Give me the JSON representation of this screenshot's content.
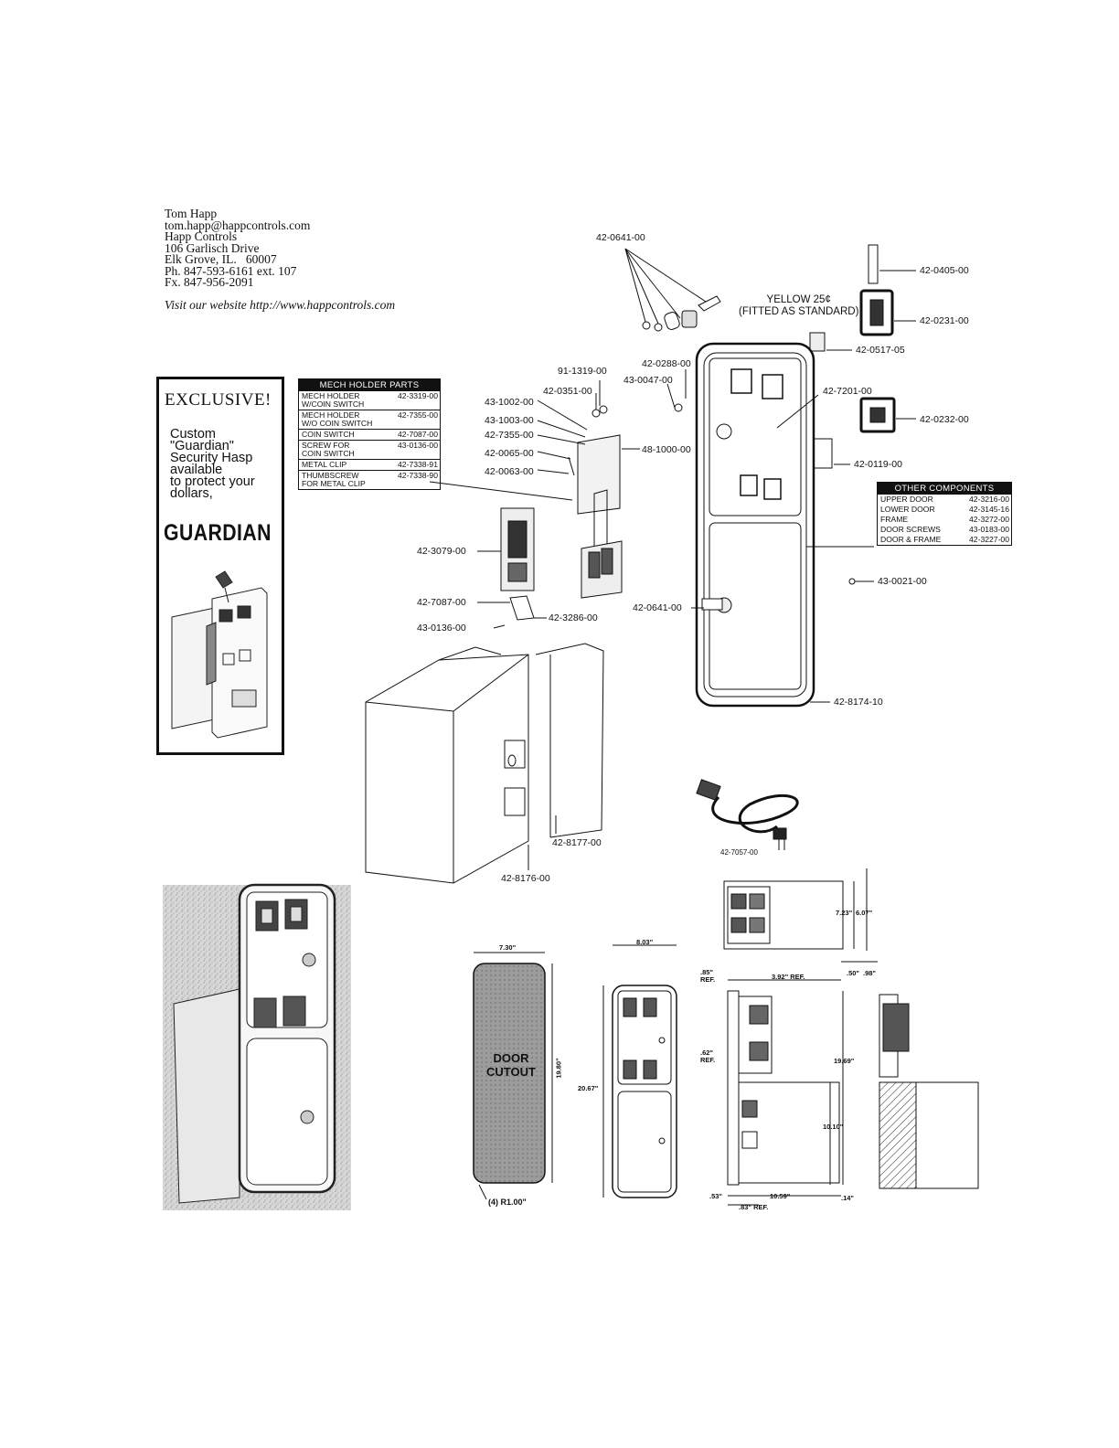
{
  "contact": {
    "name": "Tom Happ",
    "email": "tom.happ@happcontrols.com",
    "company": "Happ Controls",
    "street": "106 Garlisch Drive",
    "city": "Elk Grove, IL.   60007",
    "phone": "Ph. 847-593-6161 ext. 107",
    "fax": "Fx. 847-956-2091",
    "website": "Visit our website http://www.happcontrols.com"
  },
  "promo": {
    "headline": "EXCLUSIVE!",
    "line1": "Custom",
    "line2": "\"Guardian\"",
    "line3": "Security Hasp",
    "line4": "available",
    "line5": "to protect your",
    "line6": "dollars,",
    "brand": "GUARDIAN"
  },
  "mech_holder_parts": {
    "title": "MECH HOLDER PARTS",
    "rows": [
      {
        "desc1": "MECH HOLDER",
        "desc2": "W/COIN SWITCH",
        "part": "42-3319-00"
      },
      {
        "desc1": "MECH HOLDER",
        "desc2": "W/O COIN SWITCH",
        "part": "42-7355-00"
      },
      {
        "desc1": "COIN SWITCH",
        "desc2": "",
        "part": "42-7087-00"
      },
      {
        "desc1": "SCREW FOR",
        "desc2": "COIN SWITCH",
        "part": "43-0136-00"
      },
      {
        "desc1": "METAL CLIP",
        "desc2": "",
        "part": "42-7338-91"
      },
      {
        "desc1": "THUMBSCREW",
        "desc2": "FOR METAL CLIP",
        "part": "42-7338-90"
      }
    ]
  },
  "other_components": {
    "title": "OTHER COMPONENTS",
    "rows": [
      {
        "desc": "UPPER DOOR",
        "part": "42-3216-00"
      },
      {
        "desc": "LOWER DOOR",
        "part": "42-3145-16"
      },
      {
        "desc": "FRAME",
        "part": "42-3272-00"
      },
      {
        "desc": "DOOR SCREWS",
        "part": "43-0183-00"
      },
      {
        "desc": "DOOR & FRAME",
        "part": "42-3227-00"
      }
    ]
  },
  "callouts": {
    "key_top": "42-0641-00",
    "coin_slot_insert": "42-0405-00",
    "yellow_line1": "YELLOW 25¢",
    "yellow_line2": "(FITTED AS STANDARD)",
    "bezel_top": "42-0231-00",
    "button": "42-0517-05",
    "p1": "42-0288-00",
    "p2": "43-0047-00",
    "p3": "91-1319-00",
    "p4": "42-0351-00",
    "p5": "43-1002-00",
    "p6": "43-1003-00",
    "p7": "42-7355-00",
    "p8": "42-0065-00",
    "p9": "42-0063-00",
    "p10": "48-1000-00",
    "door_assembly": "42-7201-00",
    "bezel_mid": "42-0232-00",
    "coin_return": "42-0119-00",
    "screw": "43-0021-00",
    "coin_mech": "42-3079-00",
    "coin_switch": "42-7087-00",
    "clip": "42-3286-00",
    "switch_screw": "43-0136-00",
    "key_lower": "42-0641-00",
    "frame_assembly": "42-8174-10",
    "cash_box": "42-8177-00",
    "cabinet": "42-8176-00",
    "cord": "42-7057-00"
  },
  "dimensions": {
    "cutout_width": "7.30\"",
    "cutout_height": "19.80\"",
    "cutout_label_1": "DOOR",
    "cutout_label_2": "CUTOUT",
    "cutout_radius": "(4) R1.00\"",
    "door_width": "8.03\"",
    "door_height": "20.67\"",
    "top_a": "7.23\"",
    "top_b": "6.07\"",
    "top_c": ".50\"",
    "top_d": ".98\"",
    "side_a": ".85\"",
    "side_a2": "REF.",
    "side_b": "3.92\" REF.",
    "side_c": ".62\"",
    "side_c2": "REF.",
    "side_height": "19.69\"",
    "side_box": "10.10\"",
    "side_d": ".53\"",
    "side_depth": "10.59\"",
    "side_e": ".14\"",
    "side_f": ".83\" REF."
  }
}
